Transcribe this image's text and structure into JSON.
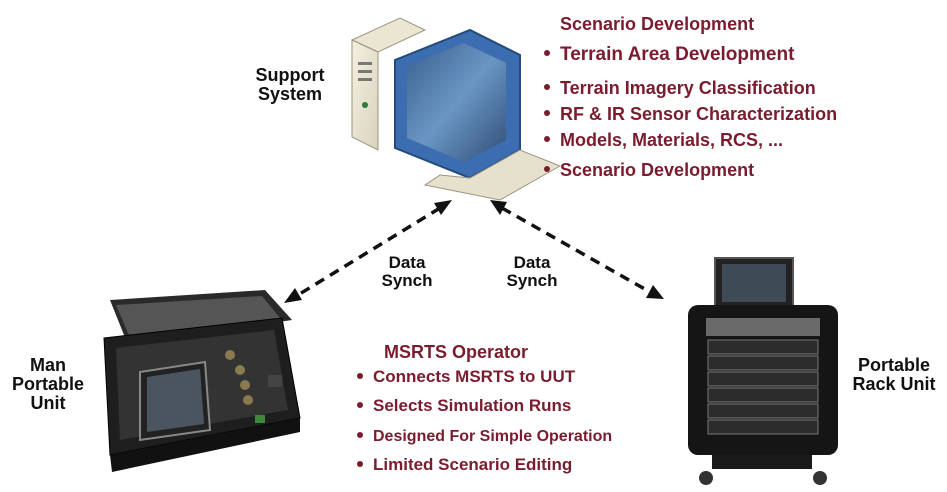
{
  "support": {
    "label_line1": "Support",
    "label_line2": "System"
  },
  "scenario": {
    "heading": "Scenario Development",
    "items": [
      "Terrain Area Development",
      "Terrain Imagery Classification",
      "RF & IR Sensor Characterization",
      "Models, Materials, RCS, ...",
      "Scenario Development"
    ]
  },
  "sync_left": {
    "line1": "Data",
    "line2": "Synch"
  },
  "sync_right": {
    "line1": "Data",
    "line2": "Synch"
  },
  "man_portable": {
    "line1": "Man",
    "line2": "Portable",
    "line3": "Unit"
  },
  "rack": {
    "line1": "Portable",
    "line2": "Rack Unit"
  },
  "operator": {
    "heading": "MSRTS Operator",
    "items": [
      "Connects MSRTS to UUT",
      "Selects Simulation Runs",
      "Designed For Simple Operation",
      "Limited Scenario Editing"
    ]
  },
  "colors": {
    "accent": "#7a1c2e"
  }
}
